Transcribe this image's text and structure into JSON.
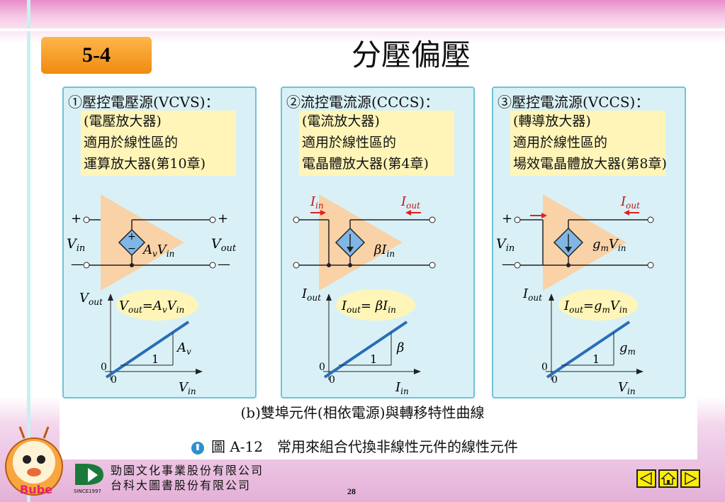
{
  "section": "5-4",
  "title": "分壓偏壓",
  "panels": [
    {
      "heading": "①壓控電壓源(VCVS)：",
      "note": [
        "(電壓放大器)",
        "適用於線性區的",
        "運算放大器(第10章)"
      ],
      "input_label": "V",
      "input_sub": "in",
      "output_label": "V",
      "output_sub": "out",
      "source_label": "A",
      "source_sub": "v",
      "source_tail": "V",
      "source_tail_sub": "in",
      "equation": "V",
      "eq_sub1": "out",
      "eq_mid": "=A",
      "eq_sub2": "v",
      "eq_tail": "V",
      "eq_sub3": "in",
      "y_axis": "V",
      "y_sub": "out",
      "x_axis": "V",
      "x_sub": "in",
      "slope": "A",
      "slope_sub": "v",
      "run": "1",
      "origin": "0"
    },
    {
      "heading": "②流控電流源(CCCS)：",
      "note": [
        "(電流放大器)",
        "適用於線性區的",
        "電晶體放大器(第4章)"
      ],
      "input_label": "I",
      "input_sub": "in",
      "output_label": "I",
      "output_sub": "out",
      "source_label": "βI",
      "source_sub": "in",
      "equation": "I",
      "eq_sub1": "out",
      "eq_mid": "= βI",
      "eq_sub2": "in",
      "y_axis": "I",
      "y_sub": "out",
      "x_axis": "I",
      "x_sub": "in",
      "slope": "β",
      "run": "1",
      "origin": "0"
    },
    {
      "heading": "③壓控電流源(VCCS)：",
      "note": [
        "(轉導放大器)",
        "適用於線性區的",
        "場效電晶體放大器(第8章)"
      ],
      "input_label": "V",
      "input_sub": "in",
      "output_label": "I",
      "output_sub": "out",
      "source_label": "g",
      "source_sub": "m",
      "source_tail": "V",
      "source_tail_sub": "in",
      "equation": "I",
      "eq_sub1": "out",
      "eq_mid": "=g",
      "eq_sub2": "m",
      "eq_tail": "V",
      "eq_sub3": "in",
      "y_axis": "I",
      "y_sub": "out",
      "x_axis": "V",
      "x_sub": "in",
      "slope": "g",
      "slope_sub": "m",
      "run": "1",
      "origin": "0"
    }
  ],
  "caption": "(b)雙埠元件(相依電源)與轉移特性曲線",
  "figure_label": "圖 A-12",
  "figure_text": "常用來組合代換非線性元件的線性元件",
  "company": [
    "勁園文化事業股份有限公司",
    "台科大圖書股份有限公司"
  ],
  "since": "SINCE1997",
  "page_number": "28",
  "mascot_text": "Bube",
  "colors": {
    "panel_bg": "#d9f1f6",
    "note_bg": "#fff5b8",
    "badge": "#f5a02a",
    "line": "#2a6db8",
    "triangle": "#f9d2a8"
  }
}
